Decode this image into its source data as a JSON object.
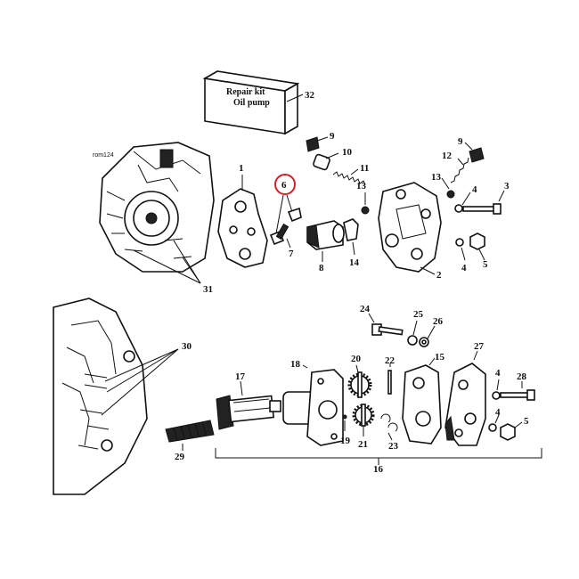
{
  "diagram": {
    "reference_code": "rom124",
    "kit_box": {
      "line1": "Repair kit",
      "line2": "Oil pump",
      "number": "32"
    },
    "highlighted_part": "6",
    "callouts": {
      "n1": "1",
      "n2": "2",
      "n3": "3",
      "n4a": "4",
      "n4b": "4",
      "n4c": "4",
      "n4d": "4",
      "n5a": "5",
      "n5b": "5",
      "n6": "6",
      "n7": "7",
      "n8": "8",
      "n9a": "9",
      "n9b": "9",
      "n10": "10",
      "n11": "11",
      "n12": "12",
      "n13a": "13",
      "n13b": "13",
      "n14": "14",
      "n15": "15",
      "n16": "16",
      "n17": "17",
      "n18": "18",
      "n19": "19",
      "n20": "20",
      "n21": "21",
      "n22": "22",
      "n23": "23",
      "n24": "24",
      "n25": "25",
      "n26": "26",
      "n27": "27",
      "n28": "28",
      "n29": "29",
      "n30": "30",
      "n31": "31"
    },
    "highlight_color": "#d0202a"
  }
}
